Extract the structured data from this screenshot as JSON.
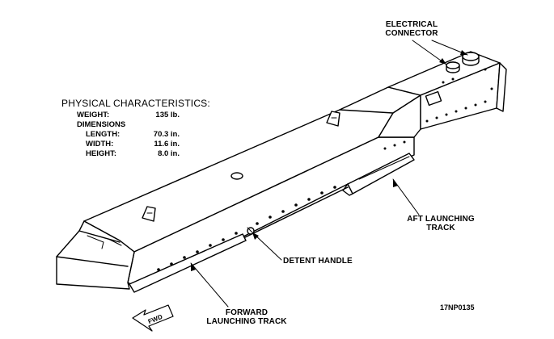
{
  "physical": {
    "title": "PHYSICAL CHARACTERISTICS:",
    "weight_label": "WEIGHT:",
    "weight_value": "135 lb.",
    "dimensions_label": "DIMENSIONS",
    "length_label": "LENGTH:",
    "length_value": "70.3 in.",
    "width_label": "WIDTH:",
    "width_value": "11.6 in.",
    "height_label": "HEIGHT:",
    "height_value": "8.0 in."
  },
  "callouts": {
    "electrical_connector_1": "ELECTRICAL",
    "electrical_connector_2": "CONNECTOR",
    "aft_track_1": "AFT LAUNCHING",
    "aft_track_2": "TRACK",
    "detent_handle": "DETENT HANDLE",
    "forward_track_1": "FORWARD",
    "forward_track_2": "LAUNCHING TRACK"
  },
  "fwd_arrow_label": "FWD",
  "figure_number": "17NP0135",
  "colors": {
    "ink": "#000000",
    "paper": "#ffffff",
    "shade": "#d9d9d9"
  }
}
